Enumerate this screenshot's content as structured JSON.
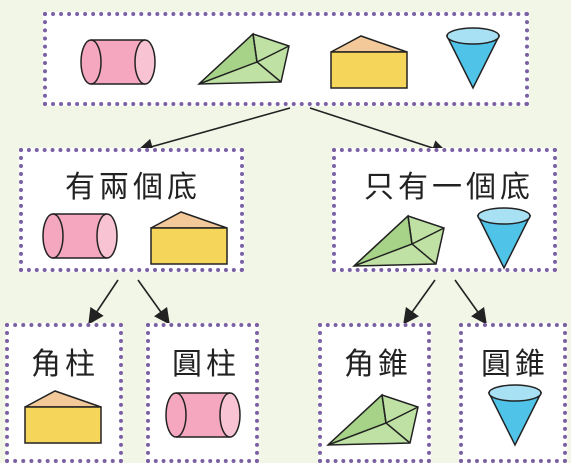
{
  "colors": {
    "background": "#f2f6e6",
    "border": "#7b61a3",
    "cylinder": "#f4a7bf",
    "prism": "#f6d65a",
    "pyramid": "#bfe2a4",
    "cone": "#4fc3e8"
  },
  "top": {
    "shapes": [
      "cylinder-icon",
      "pyramid-icon",
      "prism-icon",
      "cone-icon"
    ]
  },
  "left_group": {
    "label": "有兩個底"
  },
  "right_group": {
    "label": "只有一個底"
  },
  "leaves": [
    {
      "label": "角柱"
    },
    {
      "label": "圓柱"
    },
    {
      "label": "角錐"
    },
    {
      "label": "圓錐"
    }
  ]
}
